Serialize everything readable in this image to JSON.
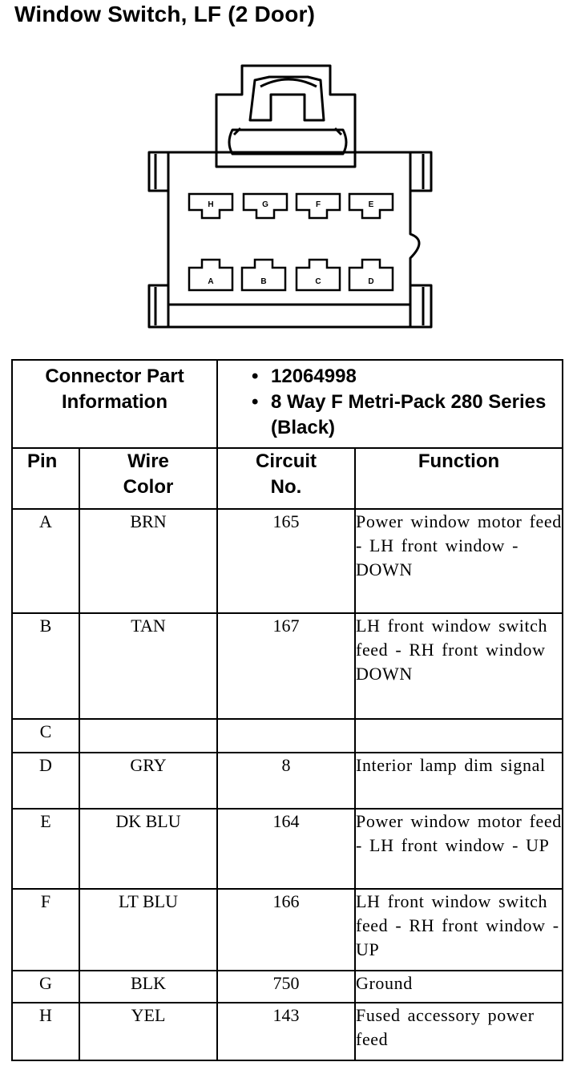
{
  "title": "Window Switch, LF (2 Door)",
  "connector": {
    "pins_top": [
      "H",
      "G",
      "F",
      "E"
    ],
    "pins_bottom": [
      "A",
      "B",
      "C",
      "D"
    ]
  },
  "table": {
    "part_info_label": "Connector Part Information",
    "part_info": [
      "12064998",
      "8 Way F Metri-Pack 280 Series (Black)"
    ],
    "headers": {
      "pin": "Pin",
      "wire_color": "Wire Color",
      "circuit": "Circuit No.",
      "function": "Function"
    },
    "rows": [
      {
        "pin": "A",
        "color": "BRN",
        "circuit": "165",
        "function": "Power window motor feed - LH front window - DOWN"
      },
      {
        "pin": "B",
        "color": "TAN",
        "circuit": "167",
        "function": "LH front window switch feed - RH front window DOWN"
      },
      {
        "pin": "C",
        "color": "",
        "circuit": "",
        "function": ""
      },
      {
        "pin": "D",
        "color": "GRY",
        "circuit": "8",
        "function": "Interior lamp dim signal"
      },
      {
        "pin": "E",
        "color": "DK BLU",
        "circuit": "164",
        "function": "Power window motor feed - LH front window - UP"
      },
      {
        "pin": "F",
        "color": "LT BLU",
        "circuit": "166",
        "function": "LH front window switch feed - RH front window - UP"
      },
      {
        "pin": "G",
        "color": "BLK",
        "circuit": "750",
        "function": "Ground"
      },
      {
        "pin": "H",
        "color": "YEL",
        "circuit": "143",
        "function": "Fused accessory power feed"
      }
    ]
  }
}
